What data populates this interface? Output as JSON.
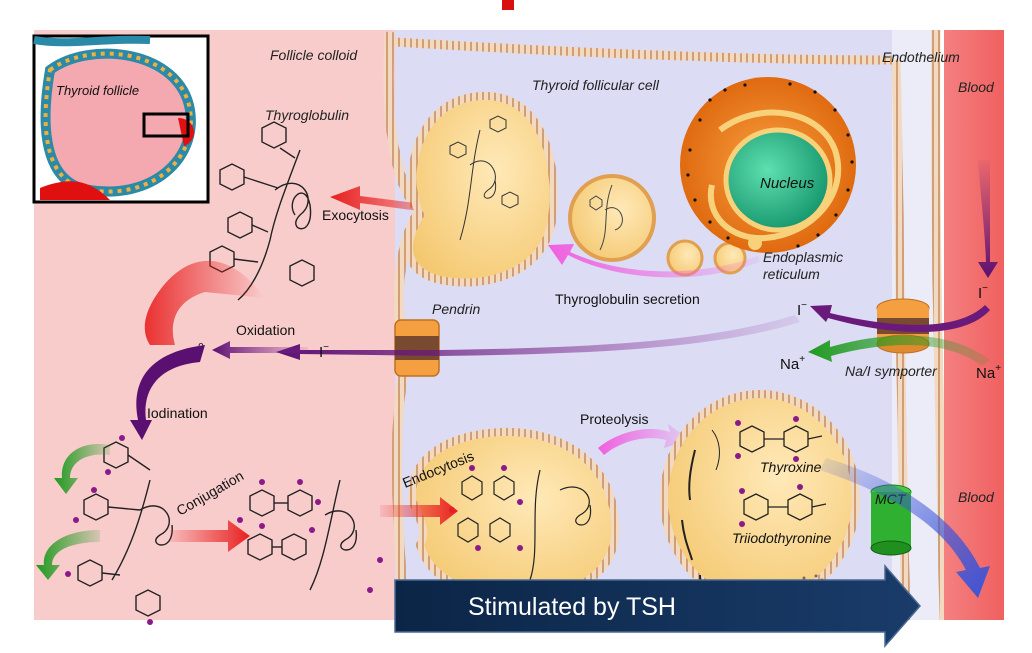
{
  "labels": {
    "follicle_colloid": "Follicle colloid",
    "thyroid_follicle": "Thyroid follicle",
    "thyroid_follicular_cell": "Thyroid follicular cell",
    "endothelium": "Endothelium",
    "blood_top": "Blood",
    "blood_bottom": "Blood",
    "thyroglobulin": "Thyroglobulin",
    "exocytosis": "Exocytosis",
    "nucleus": "Nucleus",
    "endoplasmic_reticulum_1": "Endoplasmic",
    "endoplasmic_reticulum_2": "reticulum",
    "thyroglobulin_secretion": "Thyroglobulin secretion",
    "pendrin": "Pendrin",
    "oxidation": "Oxidation",
    "iodine_zero": "I",
    "iodine_zero_sup": "0",
    "iodide": "I",
    "iodide_sup": "−",
    "sodium": "Na",
    "sodium_sup": "+",
    "na_i_symporter": "Na/I symporter",
    "iodination": "Iodination",
    "conjugation": "Conjugation",
    "endocytosis": "Endocytosis",
    "proteolysis": "Proteolysis",
    "thyroxine": "Thyroxine",
    "triiodothyronine": "Triiodothyronine",
    "mct": "MCT",
    "stimulated_by_tsh": "Stimulated by TSH"
  },
  "colors": {
    "colloid": "#f9cccc",
    "cell": "#dcdcf4",
    "membrane": "#c98a60",
    "blood": "#f07070",
    "vesicle": "#f8d890",
    "arrow_red": "#e82020",
    "arrow_purple": "#6a1a7a",
    "arrow_magenta": "#f060e0",
    "arrow_green": "#1f9a1f",
    "arrow_blue": "#3a54d8",
    "tsh_banner": "#0d2a4e",
    "nucleus": "#2fb888",
    "iodine_dot": "#8a1a8a"
  }
}
